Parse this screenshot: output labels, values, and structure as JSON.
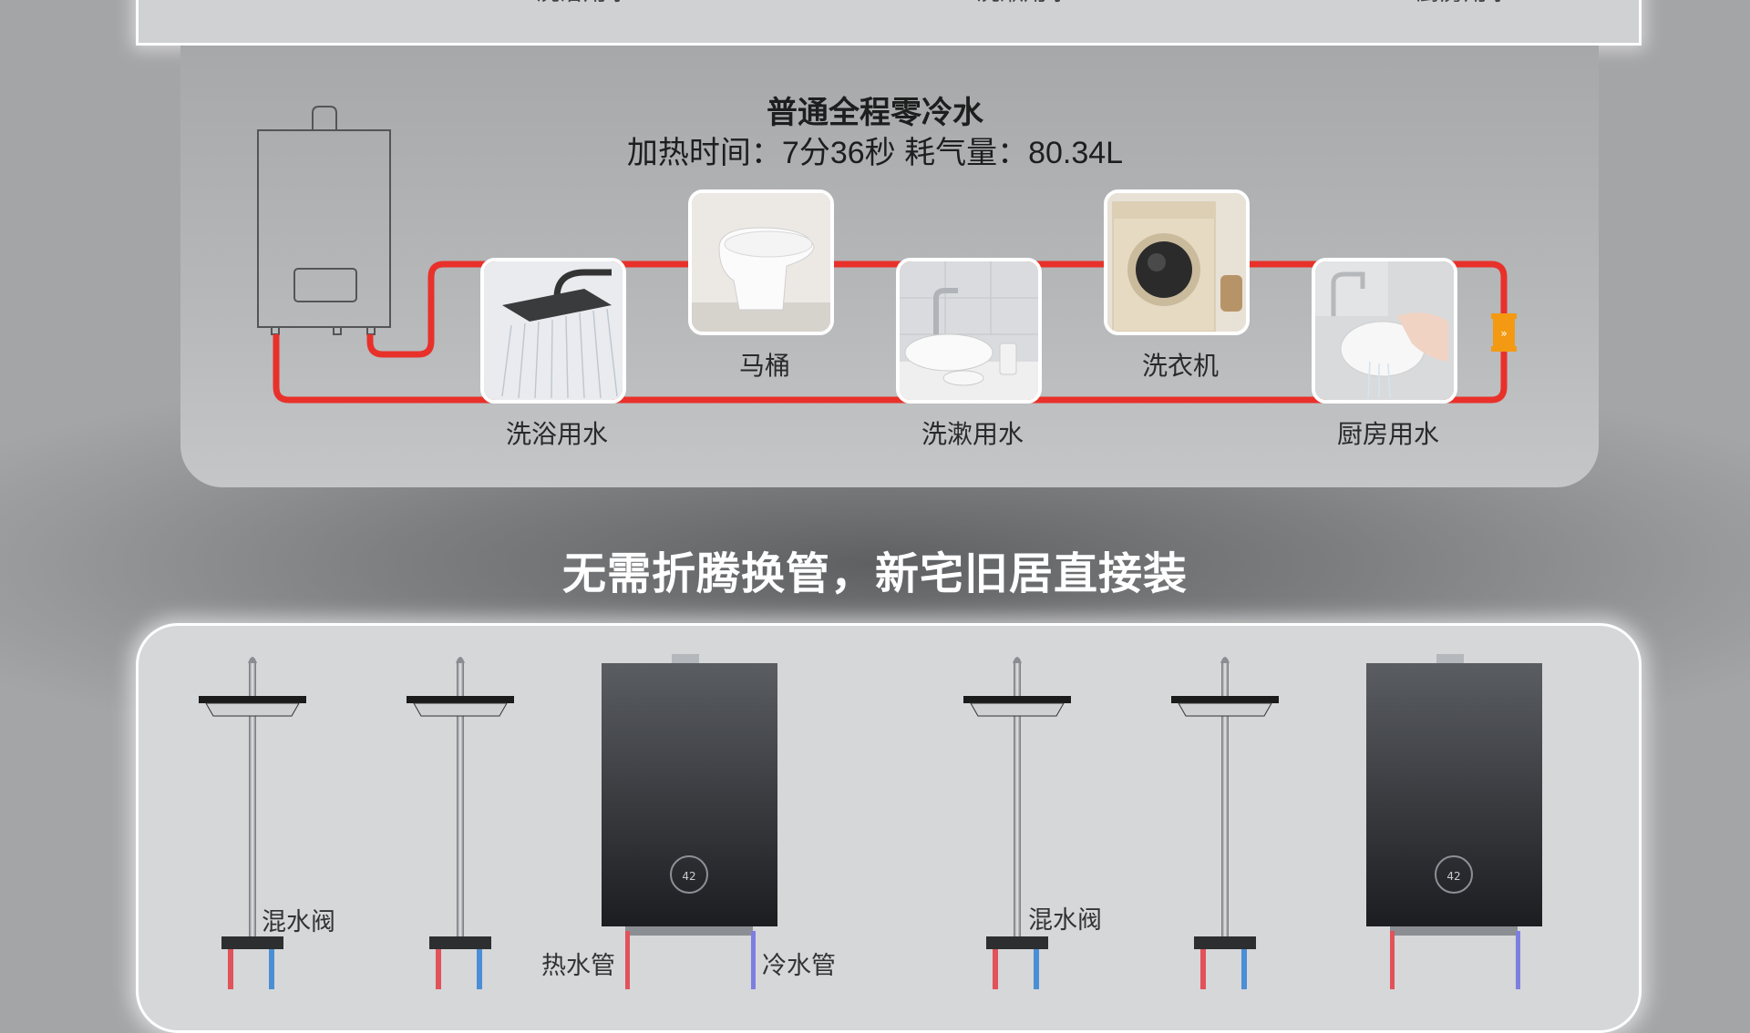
{
  "top_strip": {
    "labels": [
      "洗浴用水",
      "洗漱用水",
      "厨房用水"
    ]
  },
  "diagram": {
    "title": "普通全程零冷水",
    "subtitle": "加热时间：7分36秒   耗气量：80.34L",
    "items": [
      {
        "label": "洗浴用水",
        "icon": "shower-photo"
      },
      {
        "label": "马桶",
        "icon": "toilet-photo"
      },
      {
        "label": "洗漱用水",
        "icon": "washbasin-photo"
      },
      {
        "label": "洗衣机",
        "icon": "washing-machine-photo"
      },
      {
        "label": "厨房用水",
        "icon": "kitchen-sink-photo"
      }
    ],
    "pipe_color": "#e8312a",
    "pump_color": "#f39a12"
  },
  "headline": "无需折腾换管，新宅旧居直接装",
  "install": {
    "left": {
      "mixing_valve": "混水阀",
      "hot_pipe": "热水管",
      "cold_pipe": "冷水管"
    },
    "right": {
      "mixing_valve": "混水阀"
    },
    "heater_display": "42"
  }
}
